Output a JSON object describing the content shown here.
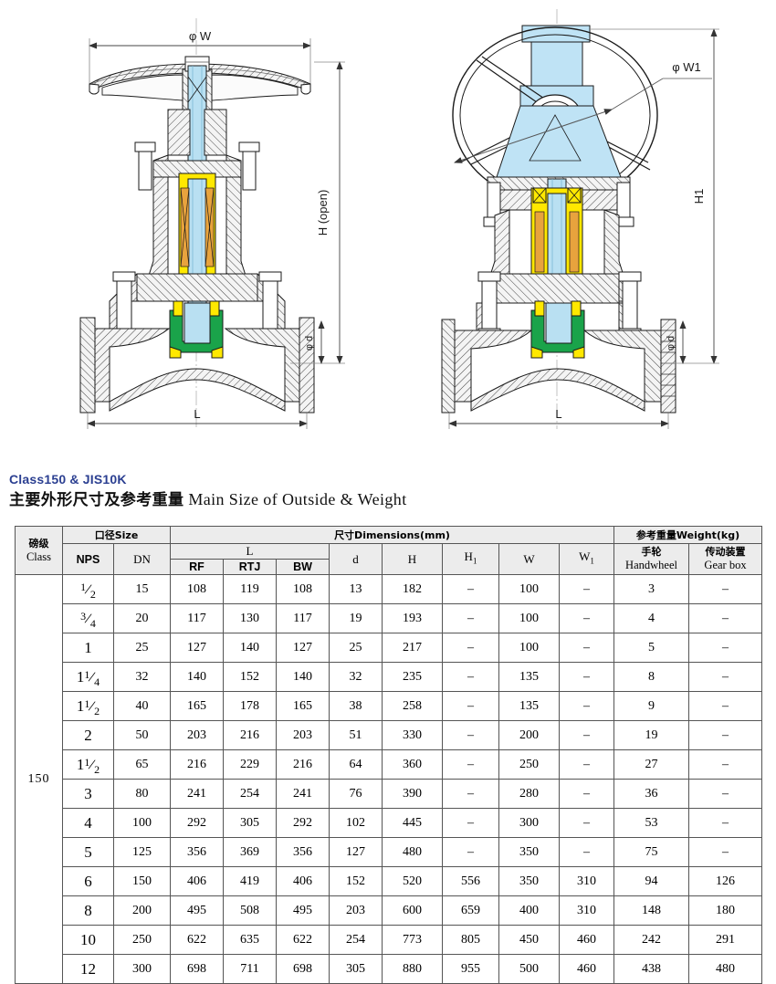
{
  "drawings": {
    "left": {
      "name": "globe-valve-handwheel-cross-section",
      "labels": {
        "width": "φ W",
        "height_open": "H (open)",
        "bore": "φ d",
        "length": "L"
      }
    },
    "right": {
      "name": "globe-valve-gearbox-cross-section",
      "labels": {
        "width": "φ W1",
        "height": "H1",
        "bore": "φ d",
        "length": "L"
      }
    }
  },
  "headings": {
    "standard": "Class150 & JIS10K",
    "subtitle_cjk": "主要外形尺寸及参考重量",
    "subtitle_en": "Main  Size  of  Outside  &  Weight"
  },
  "table": {
    "group_headers": {
      "class_cjk": "磅级",
      "class_en": "Class",
      "size": "口径Size",
      "dimensions": "尺寸Dimensions(mm)",
      "weight": "参考重量Weight(kg)"
    },
    "columns": {
      "nps": "NPS",
      "dn": "DN",
      "l": "L",
      "rf": "RF",
      "rtj": "RTJ",
      "bw": "BW",
      "d": "d",
      "h": "H",
      "h1": "H",
      "h1_sub": "1",
      "w": "W",
      "w1": "W",
      "w1_sub": "1",
      "handwheel_cjk": "手轮",
      "handwheel_en": "Handwheel",
      "gearbox_cjk": "传动装置",
      "gearbox_en": "Gear  box"
    },
    "class_value": "150",
    "rows": [
      {
        "nps": "1/2",
        "nps_whole": "",
        "nps_num": "1",
        "nps_den": "2",
        "dn": "15",
        "rf": "108",
        "rtj": "119",
        "bw": "108",
        "d": "13",
        "h": "182",
        "h1": "–",
        "w": "100",
        "w1": "–",
        "handwheel": "3",
        "gearbox": "–"
      },
      {
        "nps": "3/4",
        "nps_whole": "",
        "nps_num": "3",
        "nps_den": "4",
        "dn": "20",
        "rf": "117",
        "rtj": "130",
        "bw": "117",
        "d": "19",
        "h": "193",
        "h1": "–",
        "w": "100",
        "w1": "–",
        "handwheel": "4",
        "gearbox": "–"
      },
      {
        "nps": "1",
        "nps_whole": "1",
        "nps_num": "",
        "nps_den": "",
        "dn": "25",
        "rf": "127",
        "rtj": "140",
        "bw": "127",
        "d": "25",
        "h": "217",
        "h1": "–",
        "w": "100",
        "w1": "–",
        "handwheel": "5",
        "gearbox": "–"
      },
      {
        "nps": "1 1/4",
        "nps_whole": "1",
        "nps_num": "1",
        "nps_den": "4",
        "dn": "32",
        "rf": "140",
        "rtj": "152",
        "bw": "140",
        "d": "32",
        "h": "235",
        "h1": "–",
        "w": "135",
        "w1": "–",
        "handwheel": "8",
        "gearbox": "–"
      },
      {
        "nps": "1 1/2",
        "nps_whole": "1",
        "nps_num": "1",
        "nps_den": "2",
        "dn": "40",
        "rf": "165",
        "rtj": "178",
        "bw": "165",
        "d": "38",
        "h": "258",
        "h1": "–",
        "w": "135",
        "w1": "–",
        "handwheel": "9",
        "gearbox": "–"
      },
      {
        "nps": "2",
        "nps_whole": "2",
        "nps_num": "",
        "nps_den": "",
        "dn": "50",
        "rf": "203",
        "rtj": "216",
        "bw": "203",
        "d": "51",
        "h": "330",
        "h1": "–",
        "w": "200",
        "w1": "–",
        "handwheel": "19",
        "gearbox": "–"
      },
      {
        "nps": "1 1/2",
        "nps_whole": "1",
        "nps_num": "1",
        "nps_den": "2",
        "dn": "65",
        "rf": "216",
        "rtj": "229",
        "bw": "216",
        "d": "64",
        "h": "360",
        "h1": "–",
        "w": "250",
        "w1": "–",
        "handwheel": "27",
        "gearbox": "–"
      },
      {
        "nps": "3",
        "nps_whole": "3",
        "nps_num": "",
        "nps_den": "",
        "dn": "80",
        "rf": "241",
        "rtj": "254",
        "bw": "241",
        "d": "76",
        "h": "390",
        "h1": "–",
        "w": "280",
        "w1": "–",
        "handwheel": "36",
        "gearbox": "–"
      },
      {
        "nps": "4",
        "nps_whole": "4",
        "nps_num": "",
        "nps_den": "",
        "dn": "100",
        "rf": "292",
        "rtj": "305",
        "bw": "292",
        "d": "102",
        "h": "445",
        "h1": "–",
        "w": "300",
        "w1": "–",
        "handwheel": "53",
        "gearbox": "–"
      },
      {
        "nps": "5",
        "nps_whole": "5",
        "nps_num": "",
        "nps_den": "",
        "dn": "125",
        "rf": "356",
        "rtj": "369",
        "bw": "356",
        "d": "127",
        "h": "480",
        "h1": "–",
        "w": "350",
        "w1": "–",
        "handwheel": "75",
        "gearbox": "–"
      },
      {
        "nps": "6",
        "nps_whole": "6",
        "nps_num": "",
        "nps_den": "",
        "dn": "150",
        "rf": "406",
        "rtj": "419",
        "bw": "406",
        "d": "152",
        "h": "520",
        "h1": "556",
        "w": "350",
        "w1": "310",
        "handwheel": "94",
        "gearbox": "126"
      },
      {
        "nps": "8",
        "nps_whole": "8",
        "nps_num": "",
        "nps_den": "",
        "dn": "200",
        "rf": "495",
        "rtj": "508",
        "bw": "495",
        "d": "203",
        "h": "600",
        "h1": "659",
        "w": "400",
        "w1": "310",
        "handwheel": "148",
        "gearbox": "180"
      },
      {
        "nps": "10",
        "nps_whole": "10",
        "nps_num": "",
        "nps_den": "",
        "dn": "250",
        "rf": "622",
        "rtj": "635",
        "bw": "622",
        "d": "254",
        "h": "773",
        "h1": "805",
        "w": "450",
        "w1": "460",
        "handwheel": "242",
        "gearbox": "291"
      },
      {
        "nps": "12",
        "nps_whole": "12",
        "nps_num": "",
        "nps_den": "",
        "dn": "300",
        "rf": "698",
        "rtj": "711",
        "bw": "698",
        "d": "305",
        "h": "880",
        "h1": "955",
        "w": "500",
        "w1": "460",
        "handwheel": "438",
        "gearbox": "480"
      }
    ]
  },
  "colors": {
    "heading_blue": "#2b3f91",
    "stem_blue": "#b9e0f2",
    "gearbox_blue": "#bfe3f5",
    "packing_yellow": "#ffe800",
    "packing_orange": "#e8a33d",
    "disc_green": "#1aa34a",
    "body_gray": "#f2f2f2",
    "line_black": "#1a1a1a"
  }
}
